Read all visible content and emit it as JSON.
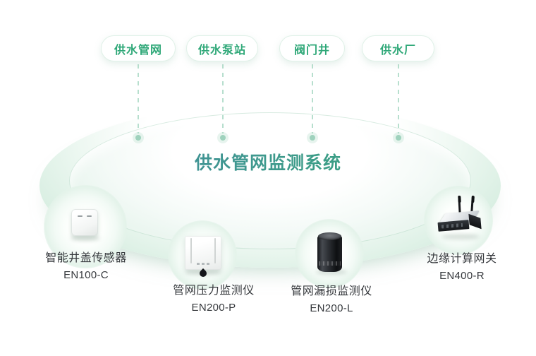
{
  "colors": {
    "pill_text": "#2fa878",
    "pill_border": "#e0f1e8",
    "title_gradient_start": "#4886a6",
    "title_gradient_end": "#34ac73",
    "label_text": "#36393d",
    "dash": "#b7dfce",
    "dot": "#9fd2bd",
    "disc_rim": "#cde9da"
  },
  "pills": [
    {
      "label": "供水管网"
    },
    {
      "label": "供水泵站"
    },
    {
      "label": "阀门井"
    },
    {
      "label": "供水厂"
    }
  ],
  "platform": {
    "title": "供水管网监测系统"
  },
  "devices": [
    {
      "name": "智能井盖传感器",
      "model": "EN100-C",
      "icon": "manhole-cover-sensor-icon"
    },
    {
      "name": "管网压力监测仪",
      "model": "EN200-P",
      "icon": "pressure-monitor-icon"
    },
    {
      "name": "管网漏损监测仪",
      "model": "EN200-L",
      "icon": "leakage-monitor-icon"
    },
    {
      "name": "边缘计算网关",
      "model": "EN400-R",
      "icon": "edge-gateway-icon"
    }
  ]
}
